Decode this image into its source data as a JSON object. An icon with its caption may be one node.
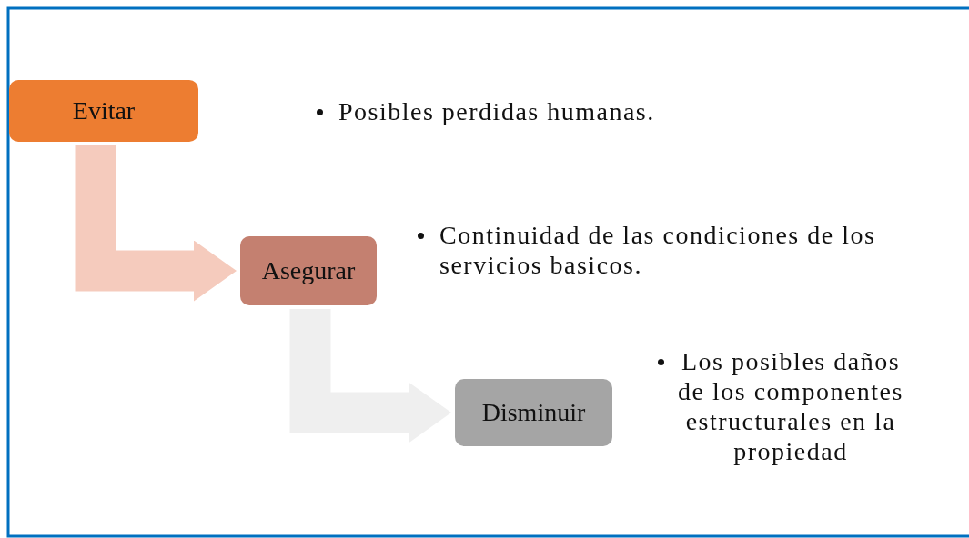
{
  "diagram": {
    "nodes": [
      {
        "text": [
          "Evitar"
        ]
      },
      {
        "text": [
          "Asegurar"
        ]
      },
      {
        "text": [
          "Disminuir"
        ]
      }
    ],
    "edges": [
      {
        "from": 0,
        "to": 1,
        "arrow": "to",
        "color": "#f5cbbd"
      },
      {
        "from": 1,
        "to": 2,
        "arrow": "to",
        "color": "#efefef"
      }
    ],
    "labels": [
      "Posibles perdidas humanas.",
      "Continuidad de las condiciones de los servicios basicos.",
      "Los posibles daños de los componentes estructurales en la propiedad"
    ]
  }
}
